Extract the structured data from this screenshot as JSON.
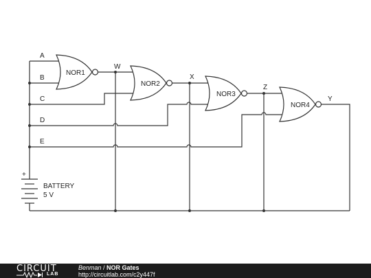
{
  "diagram": {
    "inputs": [
      "A",
      "B",
      "C",
      "D",
      "E"
    ],
    "gates": [
      "NOR1",
      "NOR2",
      "NOR3",
      "NOR4"
    ],
    "nodes": [
      "W",
      "X",
      "Z",
      "Y"
    ],
    "battery_label": "BATTERY",
    "battery_voltage": "5 V",
    "battery_plus": "+"
  },
  "footer": {
    "logo_top": "CIRCUIT",
    "logo_bottom": "LAB",
    "author": "Benman",
    "separator": " / ",
    "title": "NOR Gates",
    "url": "http://circuitlab.com/c2y447f"
  },
  "colors": {
    "wire": "#333333",
    "footer_bg": "#1c1c1c",
    "footer_text": "#ffffff"
  }
}
